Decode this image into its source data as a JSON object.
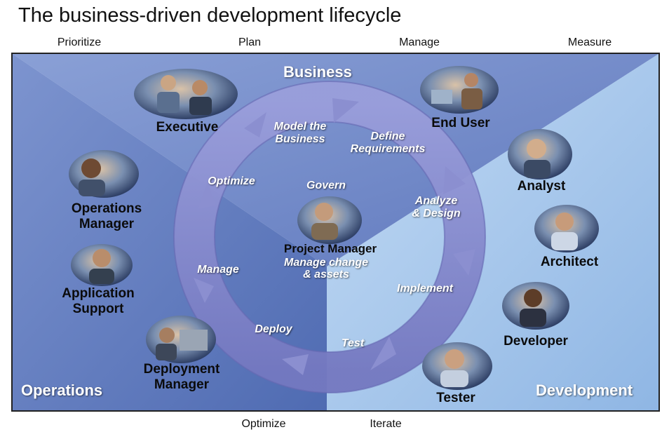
{
  "title": "The business-driven development lifecycle",
  "top_phases": [
    "Prioritize",
    "Plan",
    "Manage",
    "Measure"
  ],
  "bottom_phases": [
    "Optimize",
    "Iterate"
  ],
  "zones": {
    "business": "Business",
    "operations": "Operations",
    "development": "Development"
  },
  "roles": {
    "executive": "Executive",
    "end_user": "End User",
    "analyst": "Analyst",
    "architect": "Architect",
    "developer": "Developer",
    "tester": "Tester",
    "deployment_manager": [
      "Deployment",
      "Manager"
    ],
    "application_support": [
      "Application",
      "Support"
    ],
    "operations_manager": [
      "Operations",
      "Manager"
    ]
  },
  "cycle_steps": {
    "model_business": [
      "Model the",
      "Business"
    ],
    "define_requirements": [
      "Define",
      "Requirements"
    ],
    "analyze_design": [
      "Analyze",
      "& Design"
    ],
    "implement": "Implement",
    "test": "Test",
    "deploy": "Deploy",
    "manage": "Manage",
    "optimize": "Optimize"
  },
  "center": {
    "govern": "Govern",
    "role": "Project  Manager",
    "subtitle": [
      "Manage change",
      "& assets"
    ]
  },
  "colors": {
    "business_panel": "#6f86c4",
    "operations_panel": "#5d79bd",
    "development_panel": "#a9c8ec",
    "arrow_fill": "#8b8fd0",
    "frame": "#222222"
  },
  "icons": {
    "photos": [
      "executive-photo",
      "end-user-photo",
      "analyst-photo",
      "architect-photo",
      "developer-photo",
      "tester-photo",
      "deployment-manager-photo",
      "application-support-photo",
      "operations-manager-photo",
      "project-manager-photo"
    ]
  }
}
